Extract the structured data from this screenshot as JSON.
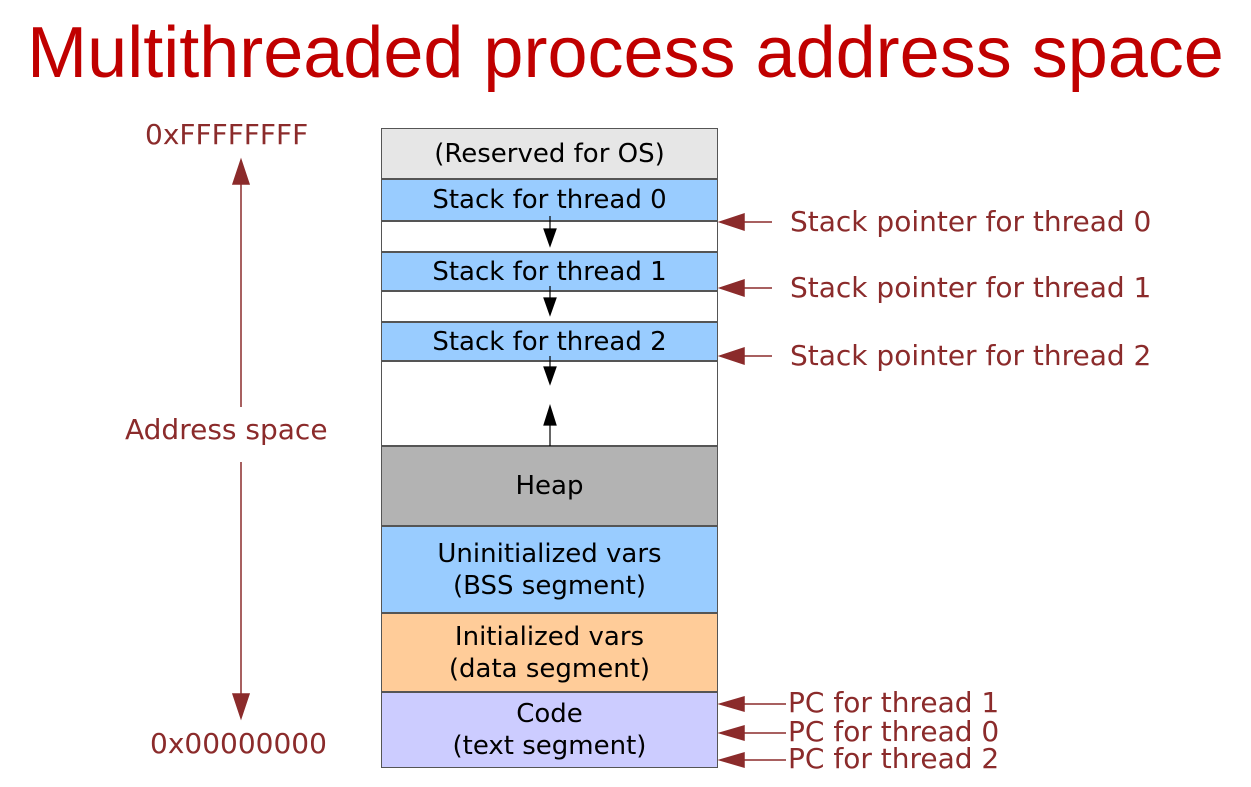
{
  "title": "Multithreaded process address space",
  "address_axis": {
    "top_label": "0xFFFFFFFF",
    "middle_label": "Address space",
    "bottom_label": "0x00000000"
  },
  "segments": {
    "reserved": "(Reserved for OS)",
    "stack0": "Stack for thread 0",
    "stack1": "Stack for thread 1",
    "stack2": "Stack for thread 2",
    "heap": "Heap",
    "bss_line1": "Uninitialized vars",
    "bss_line2": "(BSS segment)",
    "data_line1": "Initialized vars",
    "data_line2": "(data segment)",
    "code_line1": "Code",
    "code_line2": "(text segment)"
  },
  "pointers": {
    "sp0": "Stack pointer for thread 0",
    "sp1": "Stack pointer for thread 1",
    "sp2": "Stack pointer for thread 2",
    "pc1": "PC for thread 1",
    "pc0": "PC for thread 0",
    "pc2": "PC for thread 2"
  },
  "colors": {
    "title": "#c00000",
    "labels": "#8b2b2b",
    "reserved": "#e6e6e6",
    "stack": "#99ccff",
    "heap": "#b3b3b3",
    "bss": "#99ccff",
    "data": "#ffcc99",
    "code": "#ccccff"
  }
}
